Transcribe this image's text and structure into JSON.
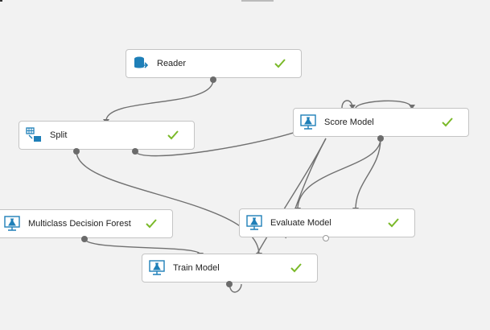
{
  "canvas": {
    "nodes": {
      "reader": {
        "label": "Reader",
        "icon": "database-icon",
        "status": "check-icon"
      },
      "split": {
        "label": "Split",
        "icon": "table-split-icon",
        "status": "check-icon"
      },
      "score_model": {
        "label": "Score Model",
        "icon": "lab-monitor-icon",
        "status": "check-icon"
      },
      "multiclass_forest": {
        "label": "Multiclass Decision Forest",
        "icon": "lab-monitor-icon",
        "status": "check-icon"
      },
      "evaluate_model": {
        "label": "Evaluate Model",
        "icon": "lab-monitor-icon",
        "status": "check-icon"
      },
      "train_model": {
        "label": "Train Model",
        "icon": "lab-monitor-icon",
        "status": "check-icon"
      }
    }
  },
  "colors": {
    "icon": "#1e7fb8",
    "check": "#7ab929",
    "wire": "#707070",
    "node_border": "#c4c4c4"
  }
}
